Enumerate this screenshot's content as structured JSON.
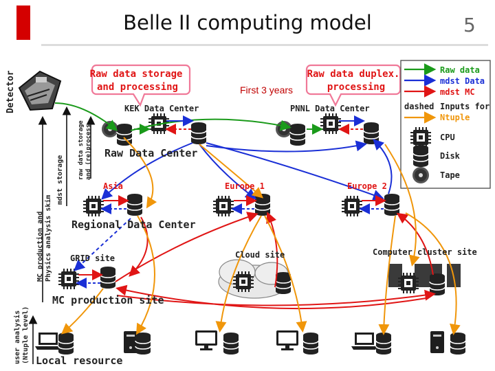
{
  "slide": {
    "title": "Belle II computing model",
    "number": "5",
    "accent_color": "#d40000"
  },
  "callouts": {
    "left": [
      "Raw data storage",
      "and processing"
    ],
    "right": [
      "Raw data duplex.",
      "processing"
    ],
    "first_years": "First 3 years"
  },
  "sites": {
    "kek": "KEK Data Center",
    "pnnl": "PNNL Data Center",
    "raw_dc": "Raw Data Center",
    "asia": "Asia",
    "europe1": "Europe 1",
    "europe2": "Europe 2",
    "regional_dc": "Regional Data Center",
    "grid": "GRID site",
    "cloud": "Cloud site",
    "cluster": "Computer cluster site",
    "mc_prod": "MC production site",
    "local": "Local resource"
  },
  "side_labels": {
    "detector": "Detector",
    "raw_storage": [
      "raw data storage",
      "and (re)process"
    ],
    "mdst_storage": "mdst storage",
    "mc_production": [
      "MC production and",
      "Physics analysis skim"
    ],
    "user_analysis": [
      "user analysis",
      "(Ntuple level)"
    ]
  },
  "legend": {
    "items": [
      "Raw data",
      "mdst Data",
      "mdst MC",
      "Inputs for",
      "Ntuple",
      "CPU",
      "Disk",
      "Tape"
    ],
    "dashed_prefix": "dashed",
    "colors": {
      "raw": "#1a9a1a",
      "mdst_data": "#1a2fd6",
      "mdst_mc": "#e01515",
      "ntuple": "#f0960a"
    }
  }
}
